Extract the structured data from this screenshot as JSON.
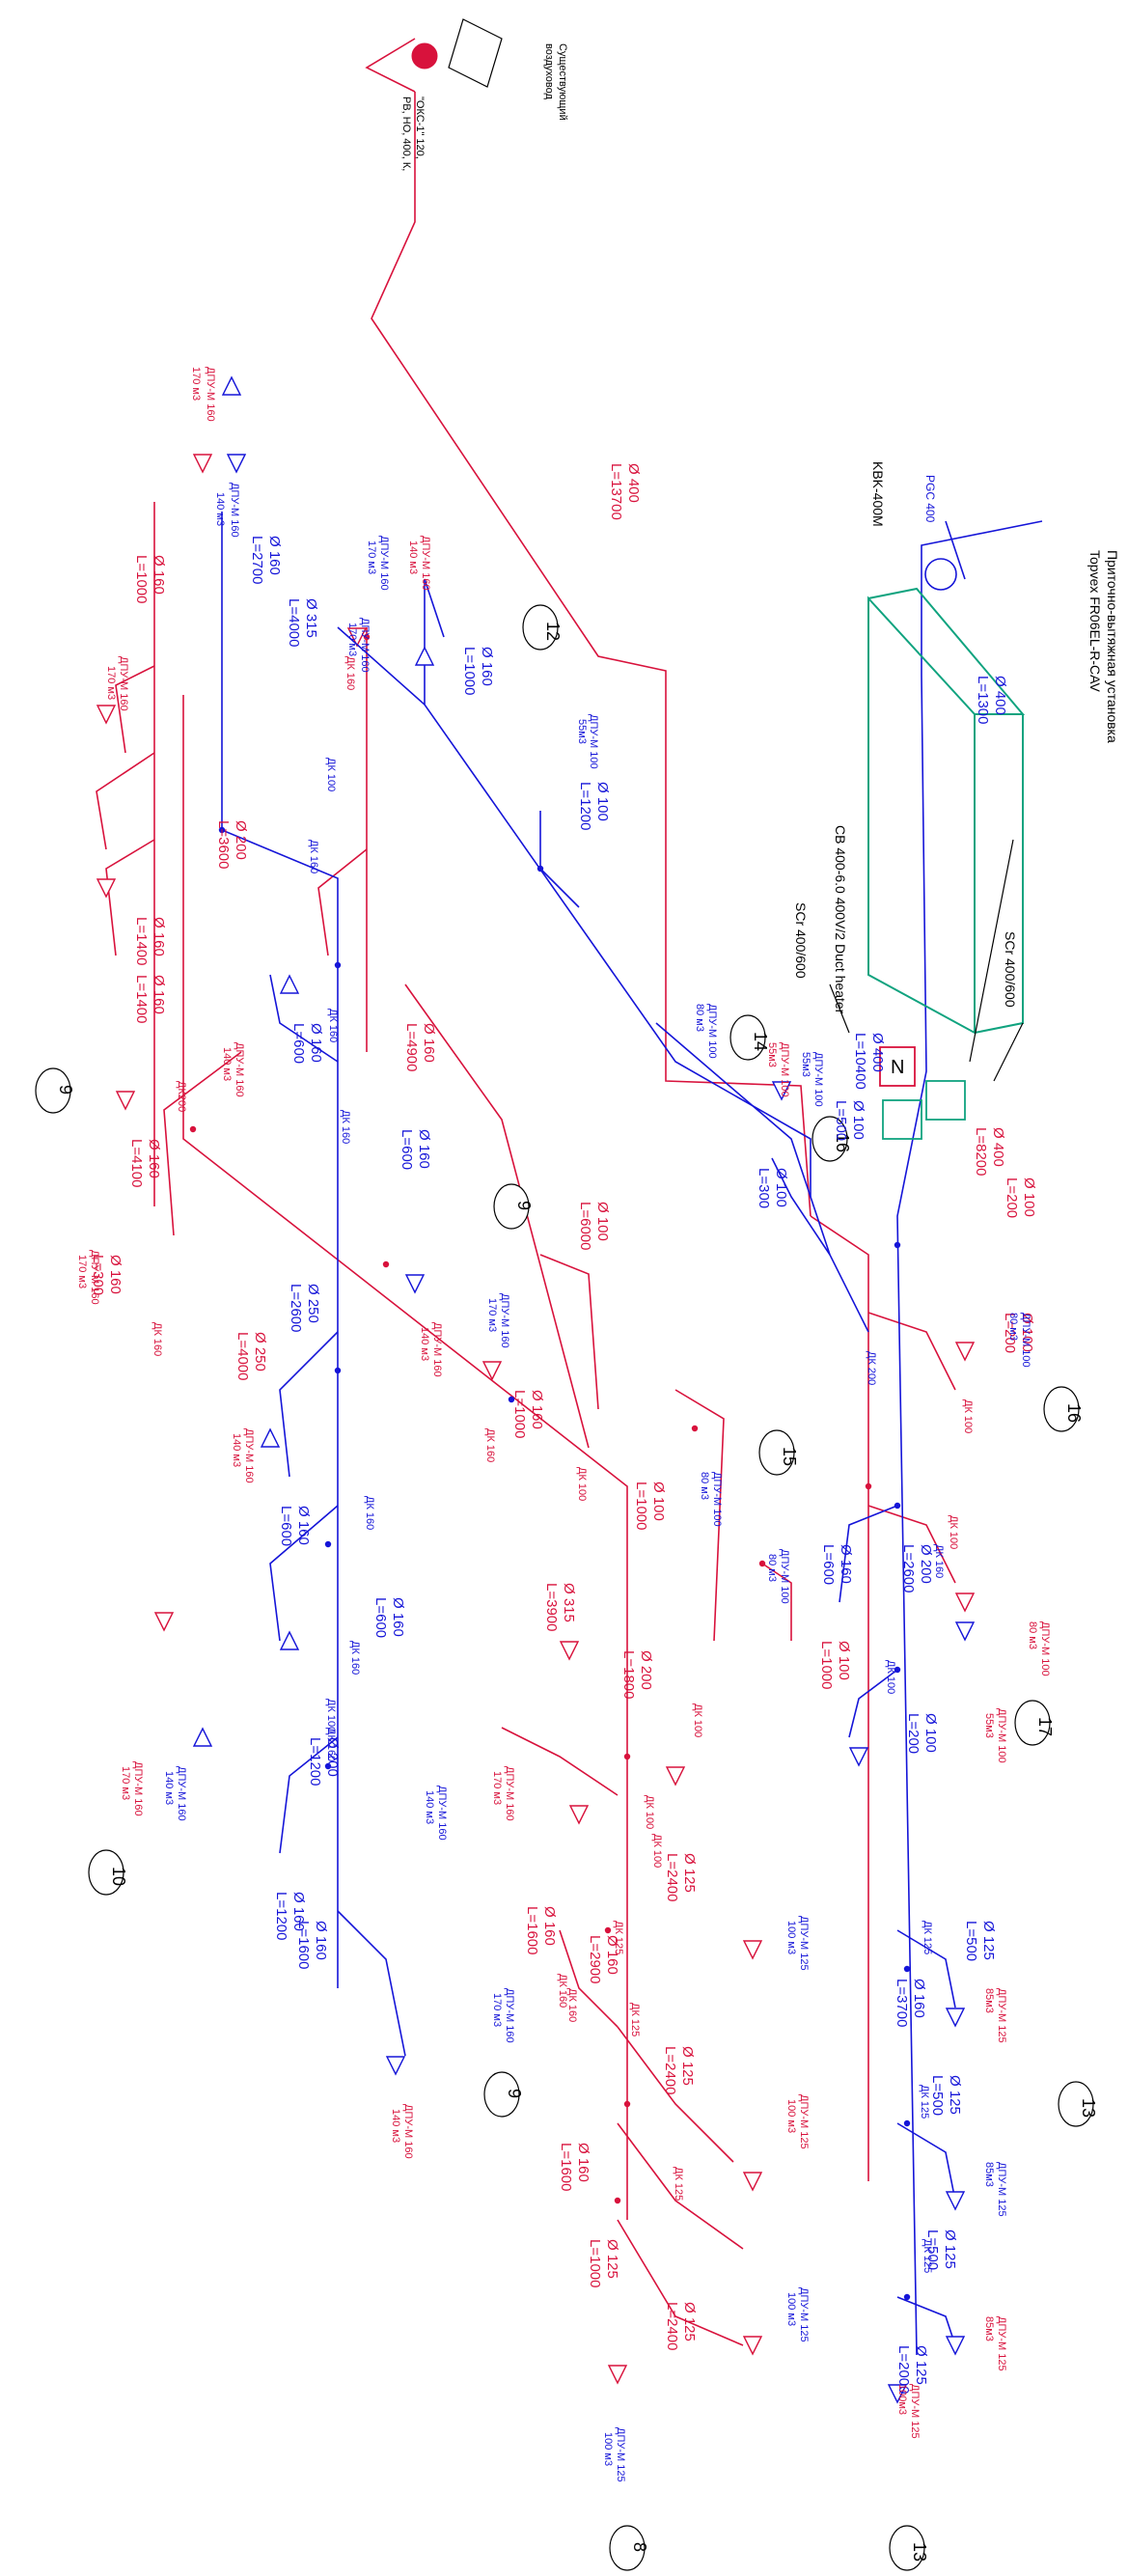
{
  "colors": {
    "supply": "#1515d8",
    "exhaust": "#d8123c",
    "equipment": "#10a37f",
    "leader": "#000000"
  },
  "unit": {
    "title_line1": "Приточно-вытяжная установка",
    "title_line2": "Topvex FR06EL-R-CAV",
    "heater": "CB 400-6.0 400V/2 Duct heater",
    "scr_top": "SCr 400/600",
    "scr_bottom": "SCr 400/600",
    "heater_symbol": "N",
    "kvk": "KBK-400M",
    "pgc": "PGC 400",
    "existing_1": "Существующий",
    "existing_2": "воздуховод",
    "oks_1": "\"ОКС-1\" 120,",
    "oks_2": "РВ, НО, 400, К,"
  },
  "room_numbers": [
    "12",
    "14",
    "16",
    "16",
    "9",
    "9",
    "9",
    "15",
    "17",
    "10",
    "13",
    "13",
    "8"
  ],
  "supply_labels": [
    "Ø 400",
    "L=1300",
    "Ø 160",
    "L=2700",
    "Ø 315",
    "L=4000",
    "Ø 160",
    "L=1000",
    "Ø 100",
    "L=1200",
    "Ø 160",
    "L=600",
    "Ø 160",
    "L=600",
    "Ø 250",
    "L=2600",
    "Ø 160",
    "L=600",
    "Ø 160",
    "L=600",
    "Ø 200",
    "L=1200",
    "Ø 160",
    "L=1200",
    "Ø 160",
    "L=1600",
    "Ø 400",
    "L=10400",
    "Ø 100",
    "L=500",
    "Ø 100",
    "L=300",
    "Ø 200",
    "L=2600",
    "Ø 160",
    "L=600",
    "Ø 100",
    "L=200",
    "Ø 125",
    "L=500",
    "Ø 160",
    "L=3700",
    "Ø 125",
    "L=500",
    "Ø 125",
    "L=500",
    "Ø 125",
    "L=2000",
    "ДК 160",
    "ДК 100",
    "ДК 160",
    "ДК 160",
    "ДК 160",
    "ДК 160",
    "ДК 160",
    "ДК 100",
    "ДК 200",
    "ДК 160",
    "ДК 100",
    "ДК 125",
    "ДК 125",
    "ДК 125"
  ],
  "exhaust_labels": [
    "Ø 400",
    "L=13700",
    "Ø 160",
    "L=1000",
    "Ø 200",
    "L=3600",
    "Ø 160",
    "L=1400",
    "Ø 160",
    "L=1400",
    "Ø 160",
    "L=4900",
    "Ø 160",
    "L=4100",
    "Ø 160",
    "L=300",
    "Ø 250",
    "L=4000",
    "Ø 100",
    "L=6000",
    "Ø 160",
    "L=1000",
    "Ø 100",
    "L=1000",
    "Ø 315",
    "L=3900",
    "Ø 200",
    "L=1800",
    "Ø 100",
    "L=1000",
    "Ø 400",
    "L=8200",
    "Ø 100",
    "L=200",
    "Ø 100",
    "L=200",
    "Ø 125",
    "L=2400",
    "Ø 160",
    "L=1600",
    "Ø 160",
    "L=2900",
    "Ø 125",
    "L=2400",
    "Ø 160",
    "L=1600",
    "Ø 125",
    "L=1000",
    "Ø 125",
    "L=2400",
    "ДК 160",
    "ДК200",
    "ДК 160",
    "ДК 160",
    "ДК 100",
    "ДК 100",
    "ДК 100",
    "ДК 100",
    "ДК 125",
    "ДК 160",
    "ДК 125",
    "ДК 160",
    "ДК 125",
    "ДК 100",
    "ДК 100"
  ],
  "diffuser_notes": [
    "ДПУ-М 160",
    "140 м3",
    "ДПУ-М 160",
    "170 м3",
    "ДПУ-М 160",
    "170 м3",
    "ДПУ-М 160",
    "140 м3",
    "ДПУ-М 160",
    "170 м3",
    "ДПУ-М 160",
    "170 м3",
    "ДПУ-М 100",
    "55м3",
    "ДПУ-М 160",
    "140 м3",
    "ДПУ-М 100",
    "80 м3",
    "ДПУ-М 100",
    "55м3",
    "ДПУ-М 100",
    "55м3",
    "ДПУ-М 160",
    "140 м3",
    "ДПУ-М 160",
    "170 м3",
    "ДПУ-М 160",
    "170 м3",
    "ДПУ-М 100",
    "80 м3",
    "ДПУ-М 160",
    "140 м3",
    "ДПУ-М 100",
    "80 м3",
    "ДПУ-М 100",
    "80 м3",
    "ДПУ-М 100",
    "80 м3",
    "ДПУ-М 160",
    "170 м3",
    "ДПУ-М 160",
    "140 м3",
    "ДПУ-М 100",
    "55м3",
    "ДПУ-М 160",
    "140 м3",
    "ДПУ-М 160",
    "170 м3",
    "ДПУ-М 125",
    "100 м3",
    "ДПУ-М 125",
    "85м3",
    "ДПУ-М 160",
    "170 м3",
    "ДПУ-М 125",
    "100 м3",
    "ДПУ-М 125",
    "85м3",
    "ДПУ-М 160",
    "140 м3",
    "ДПУ-М 125",
    "100 м3",
    "ДПУ-М 125",
    "85м3",
    "ДПУ-М 125",
    "100 м3",
    "ДПУ-М 125",
    "100м3"
  ]
}
